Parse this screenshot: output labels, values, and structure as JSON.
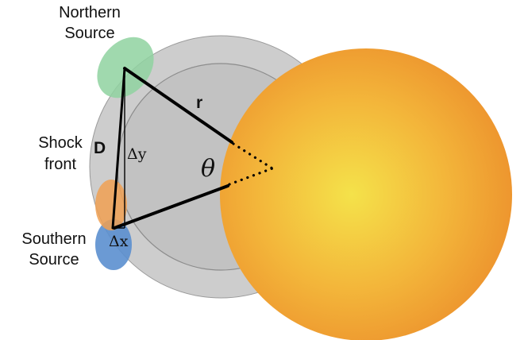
{
  "labels": {
    "northern_line1": "Northern",
    "northern_line2": "Source",
    "r": "r",
    "shock_line1": "Shock",
    "shock_line2": "front",
    "D": "D",
    "dy": "Δy",
    "theta": "θ",
    "southern_line1": "Southern",
    "southern_line2": "Source",
    "dx": "Δx"
  },
  "colors": {
    "shock_front_outer": "#cdcdcd",
    "shock_front_inner": "#c2c2c2",
    "sun_center": "#f4e24a",
    "sun_mid": "#f3b93b",
    "sun_edge": "#ec8f2c",
    "northern_source": "#8fd2a0",
    "southern_source_blue": "#5b8fcf",
    "southern_source_orange": "#f0a052",
    "lines": "#000000"
  }
}
